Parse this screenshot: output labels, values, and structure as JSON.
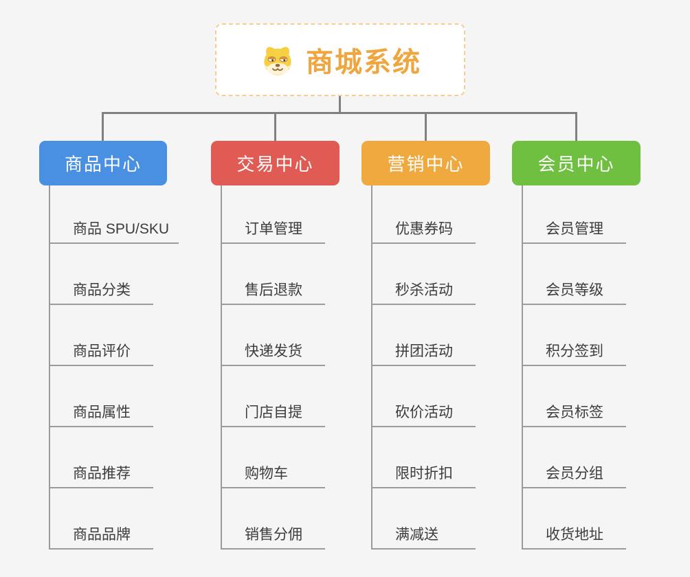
{
  "root": {
    "title": "商城系统",
    "icon": "dog-face-icon"
  },
  "branches": [
    {
      "label": "商品中心",
      "color": "#4a90e2",
      "children": [
        "商品 SPU/SKU",
        "商品分类",
        "商品评价",
        "商品属性",
        "商品推荐",
        "商品品牌"
      ]
    },
    {
      "label": "交易中心",
      "color": "#e15b55",
      "children": [
        "订单管理",
        "售后退款",
        "快递发货",
        "门店自提",
        "购物车",
        "销售分佣"
      ]
    },
    {
      "label": "营销中心",
      "color": "#f0a93f",
      "children": [
        "优惠券码",
        "秒杀活动",
        "拼团活动",
        "砍价活动",
        "限时折扣",
        "满减送"
      ]
    },
    {
      "label": "会员中心",
      "color": "#6fbf40",
      "children": [
        "会员管理",
        "会员等级",
        "积分签到",
        "会员标签",
        "会员分组",
        "收货地址"
      ]
    }
  ],
  "colors": {
    "background": "#f5f5f5",
    "root_text": "#f0a63e",
    "root_border": "#f7cd90",
    "connector": "#808080",
    "leaf_line": "#9b9b9b",
    "leaf_text": "#3c3c3c",
    "node_text": "#ffffff"
  }
}
